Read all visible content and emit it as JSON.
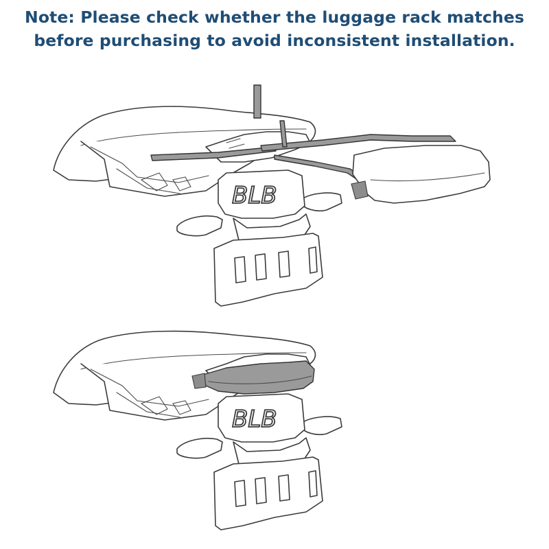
{
  "note": {
    "line1": "Note: Please check whether the luggage rack matches",
    "line2": "before purchasing to avoid inconsistent installation."
  },
  "illustrations": {
    "exploded_view": {
      "logo_text": "BLB",
      "icon": "motorcycle-tail-exploded-icon"
    },
    "assembled_view": {
      "logo_text": "BLB",
      "icon": "motorcycle-tail-assembled-icon"
    }
  },
  "colors": {
    "note_text": "#1f4d75",
    "rack_fill": "#9a9a9a",
    "line": "#3a3a3a"
  }
}
